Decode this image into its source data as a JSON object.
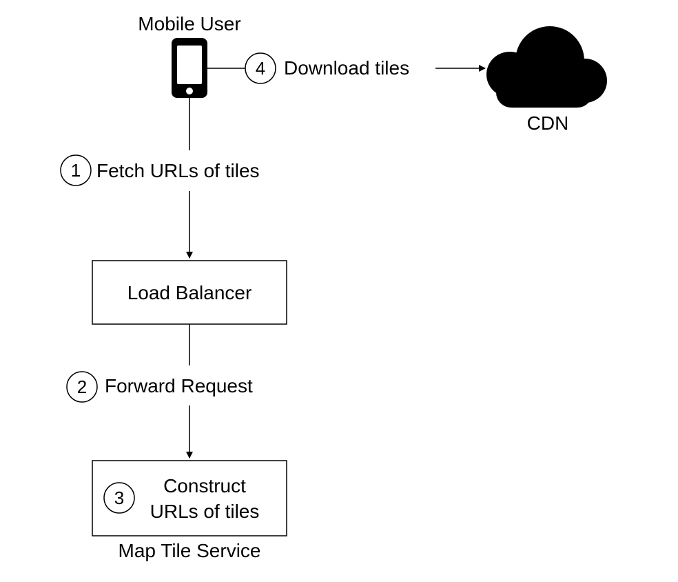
{
  "nodes": {
    "mobile_user": {
      "label": "Mobile User"
    },
    "cdn": {
      "label": "CDN"
    },
    "load_balancer": {
      "label": "Load Balancer"
    },
    "map_tile_service": {
      "label": "Map Tile Service",
      "inner_step_number": "3",
      "inner_text_line1": "Construct",
      "inner_text_line2": "URLs of tiles"
    }
  },
  "steps": [
    {
      "number": "1",
      "label": "Fetch URLs of tiles"
    },
    {
      "number": "2",
      "label": "Forward Request"
    },
    {
      "number": "3",
      "label": "Construct URLs of tiles"
    },
    {
      "number": "4",
      "label": "Download tiles"
    }
  ],
  "icons": {
    "mobile_user": "mobile-phone-icon",
    "cdn": "cloud-icon"
  },
  "colors": {
    "stroke": "#000000",
    "background": "#ffffff"
  }
}
